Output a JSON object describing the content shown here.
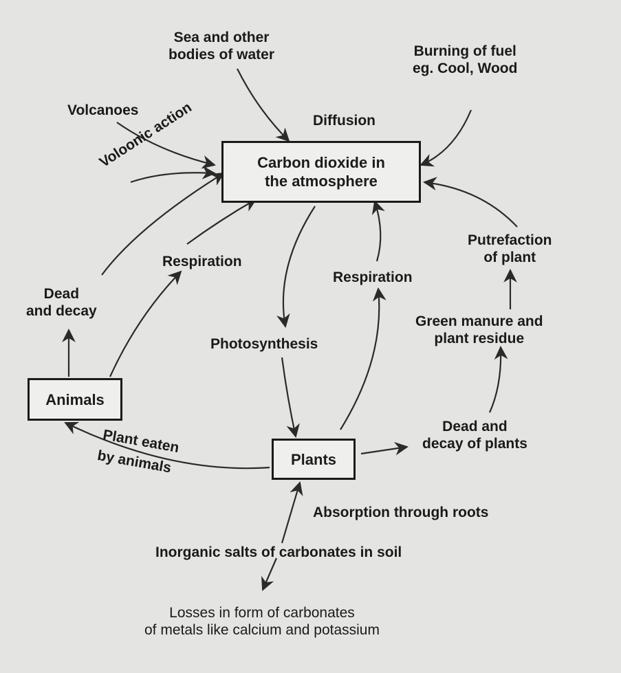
{
  "nodes": {
    "co2": [
      "Carbon dioxide in",
      "the atmosphere"
    ],
    "animals": "Animals",
    "plants": "Plants"
  },
  "labels": {
    "sea": [
      "Sea and other",
      "bodies of water"
    ],
    "burning": [
      "Burning of fuel",
      "eg. Cool, Wood"
    ],
    "volcanoes": "Volcanoes",
    "diffusion": "Diffusion",
    "volcanic_action": "Voloonic action",
    "respiration_left": "Respiration",
    "respiration_right": "Respiration",
    "dead_decay": [
      "Dead",
      "and decay"
    ],
    "putrefaction": [
      "Putrefaction",
      "of plant"
    ],
    "photosynthesis": "Photosynthesis",
    "green_manure": [
      "Green manure and",
      "plant residue"
    ],
    "plant_eaten": "Plant eaten",
    "by_animals": "by animals",
    "dead_plants": [
      "Dead and",
      "decay of plants"
    ],
    "absorption": "Absorption through roots",
    "inorganic": "Inorganic salts of carbonates in soil",
    "losses": [
      "Losses in form of carbonates",
      "of metals like calcium and potassium"
    ]
  },
  "colors": {
    "ink": "#1a1a1a",
    "paper": "#e4e4e2"
  }
}
